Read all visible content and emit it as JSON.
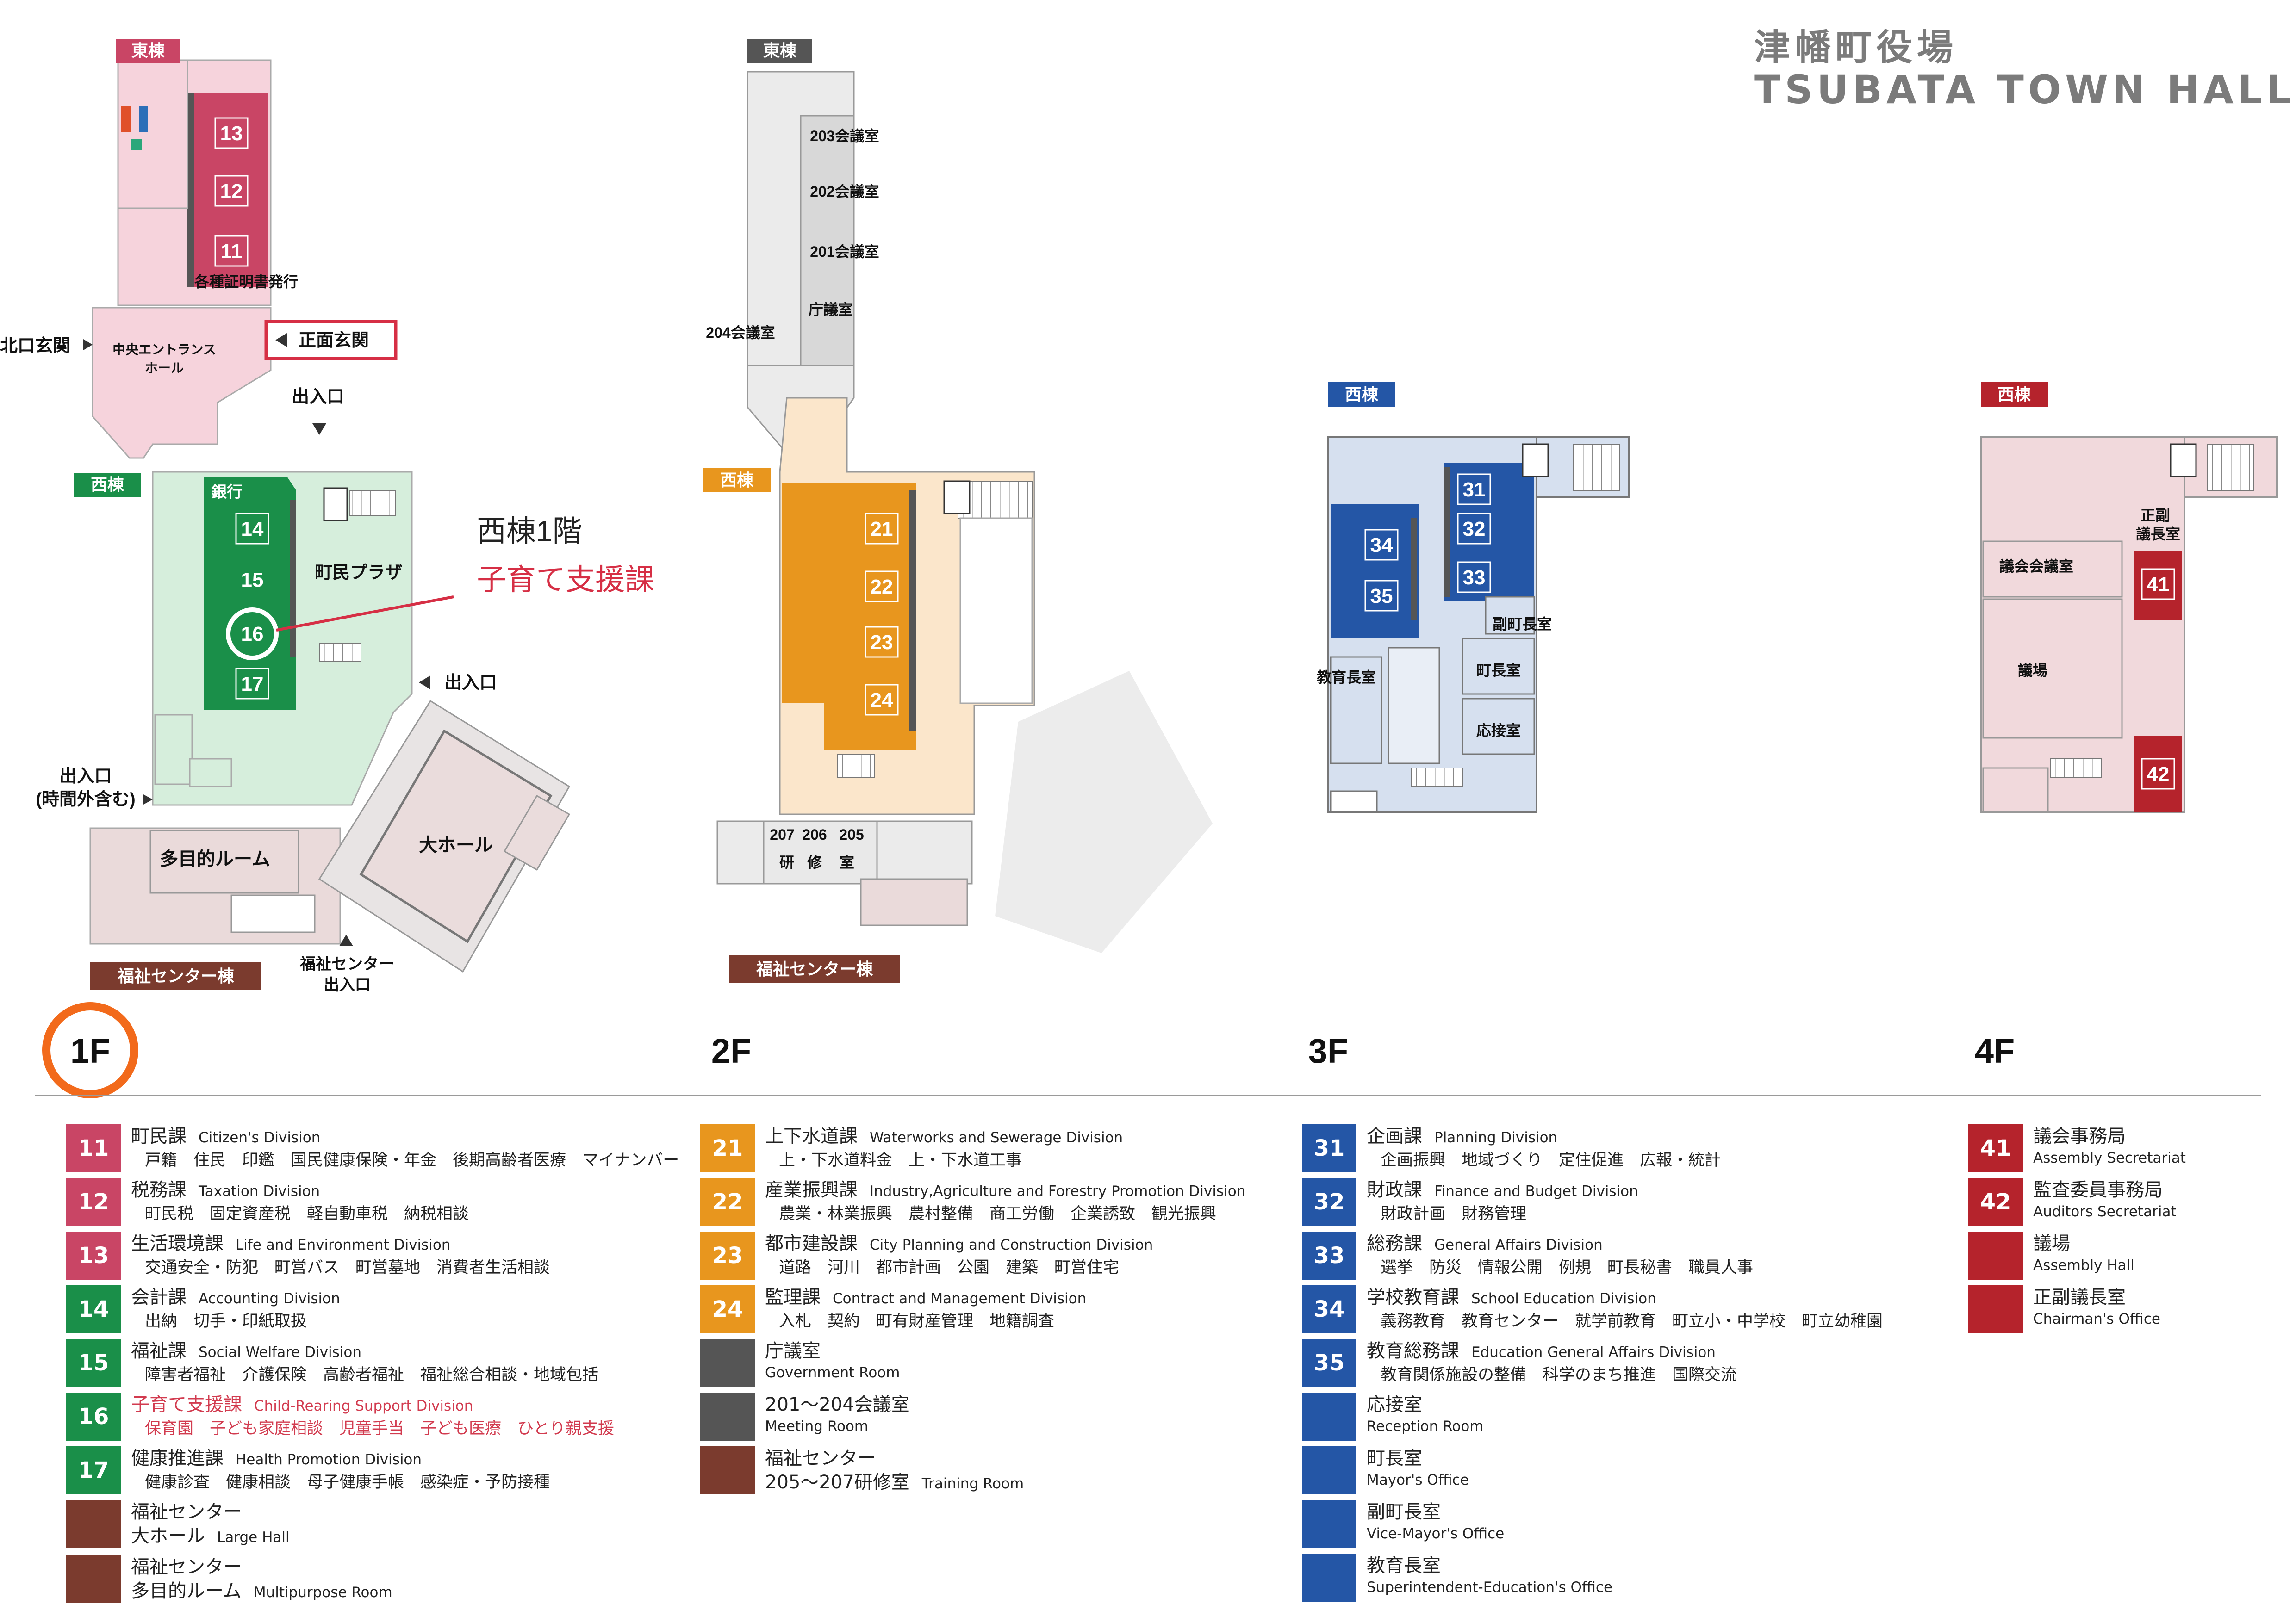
{
  "header": {
    "title_jp": "津幡町役場",
    "title_en": "TSUBATA TOWN HALL"
  },
  "colors": {
    "east_pink": "#c94565",
    "west_green": "#1a8f49",
    "orange": "#e8961e",
    "blue": "#2456a6",
    "red": "#b5232c",
    "gray": "#555555",
    "brown": "#7b3b2e",
    "highlight": "#d62f45",
    "current_floor": "#f26a1b"
  },
  "map": {
    "buildings": {
      "east": "東棟",
      "west": "西棟",
      "welfare": "福祉センター棟"
    },
    "callout": {
      "line1": "西棟1階",
      "line2": "子育て支援課"
    },
    "f1": {
      "rooms": {
        "r13": "13",
        "r12": "12",
        "r11": "11",
        "r14": "14",
        "r15": "15",
        "r16": "16",
        "r17": "17"
      },
      "labels": {
        "certificates": "各種証明書発行",
        "north_entrance": "北口玄関",
        "main_entrance": "正面玄関",
        "central_hall_1": "中央エントランス",
        "central_hall_2": "ホール",
        "entrance_1": "出入口",
        "bank": "銀行",
        "plaza": "町民プラザ",
        "entrance_2": "出入口",
        "entrance_3a": "出入口",
        "entrance_3b": "(時間外含む)",
        "multipurpose": "多目的ルーム",
        "large_hall": "大ホール",
        "welfare_entrance_1": "福祉センター",
        "welfare_entrance_2": "出入口"
      }
    },
    "f2": {
      "rooms": {
        "r21": "21",
        "r22": "22",
        "r23": "23",
        "r24": "24"
      },
      "labels": {
        "m203": "203会議室",
        "m202": "202会議室",
        "m201": "201会議室",
        "m204": "204会議室",
        "gov": "庁議室",
        "t207a": "207",
        "t207b": "研",
        "t206a": "206",
        "t206b": "修",
        "t205a": "205",
        "t205b": "室"
      }
    },
    "f3": {
      "rooms": {
        "r31": "31",
        "r32": "32",
        "r33": "33",
        "r34": "34",
        "r35": "35"
      },
      "labels": {
        "vice_mayor": "副町長室",
        "education": "教育長室",
        "mayor": "町長室",
        "reception": "応接室"
      }
    },
    "f4": {
      "rooms": {
        "r41": "41",
        "r42": "42"
      },
      "labels": {
        "chairman_1": "正副",
        "chairman_2": "議長室",
        "council_room": "議会会議室",
        "assembly": "議場"
      }
    },
    "floors": [
      "1F",
      "2F",
      "3F",
      "4F"
    ]
  },
  "legend": {
    "col1": [
      {
        "num": "11",
        "color": "#c94565",
        "jp": "町民課",
        "en": "Citizen's Division",
        "detail": "戸籍　住民　印鑑　国民健康保険・年金　後期高齢者医療　マイナンバー"
      },
      {
        "num": "12",
        "color": "#c94565",
        "jp": "税務課",
        "en": "Taxation Division",
        "detail": "町民税　固定資産税　軽自動車税　納税相談"
      },
      {
        "num": "13",
        "color": "#c94565",
        "jp": "生活環境課",
        "en": "Life and Environment Division",
        "detail": "交通安全・防犯　町営バス　町営墓地　消費者生活相談"
      },
      {
        "num": "14",
        "color": "#1a8f49",
        "jp": "会計課",
        "en": "Accounting Division",
        "detail": "出納　切手・印紙取扱"
      },
      {
        "num": "15",
        "color": "#1a8f49",
        "jp": "福祉課",
        "en": "Social Welfare Division",
        "detail": "障害者福祉　介護保険　高齢者福祉　福祉総合相談・地域包括"
      },
      {
        "num": "16",
        "color": "#1a8f49",
        "jp": "子育て支援課",
        "en": "Child-Rearing Support Division",
        "detail": "保育園　子ども家庭相談　児童手当　子ども医療　ひとり親支援",
        "highlight": true
      },
      {
        "num": "17",
        "color": "#1a8f49",
        "jp": "健康推進課",
        "en": "Health Promotion Division",
        "detail": "健康診査　健康相談　母子健康手帳　感染症・予防接種"
      },
      {
        "num": "",
        "color": "#7b3b2e",
        "jp": "福祉センター",
        "jp2": "大ホール",
        "en": "Large Hall"
      },
      {
        "num": "",
        "color": "#7b3b2e",
        "jp": "福祉センター",
        "jp2": "多目的ルーム",
        "en": "Multipurpose Room"
      }
    ],
    "col2": [
      {
        "num": "21",
        "color": "#e8961e",
        "jp": "上下水道課",
        "en": "Waterworks and Sewerage Division",
        "detail": "上・下水道料金　上・下水道工事"
      },
      {
        "num": "22",
        "color": "#e8961e",
        "jp": "産業振興課",
        "en": "Industry,Agriculture and Forestry Promotion Division",
        "detail": "農業・林業振興　農村整備　商工労働　企業誘致　観光振興"
      },
      {
        "num": "23",
        "color": "#e8961e",
        "jp": "都市建設課",
        "en": "City Planning and Construction Division",
        "detail": "道路　河川　都市計画　公園　建築　町営住宅"
      },
      {
        "num": "24",
        "color": "#e8961e",
        "jp": "監理課",
        "en": "Contract and Management Division",
        "detail": "入札　契約　町有財産管理　地籍調査"
      },
      {
        "num": "",
        "color": "#555555",
        "jp": "庁議室",
        "sub": "Government Room"
      },
      {
        "num": "",
        "color": "#555555",
        "jp": "201～204会議室",
        "sub": "Meeting Room"
      },
      {
        "num": "",
        "color": "#7b3b2e",
        "jp": "福祉センター",
        "jp2": "205～207研修室",
        "en": "Training Room"
      }
    ],
    "col3": [
      {
        "num": "31",
        "color": "#2456a6",
        "jp": "企画課",
        "en": "Planning Division",
        "detail": "企画振興　地域づくり　定住促進　広報・統計"
      },
      {
        "num": "32",
        "color": "#2456a6",
        "jp": "財政課",
        "en": "Finance and Budget Division",
        "detail": "財政計画　財務管理"
      },
      {
        "num": "33",
        "color": "#2456a6",
        "jp": "総務課",
        "en": "General Affairs Division",
        "detail": "選挙　防災　情報公開　例規　町長秘書　職員人事"
      },
      {
        "num": "34",
        "color": "#2456a6",
        "jp": "学校教育課",
        "en": "School Education Division",
        "detail": "義務教育　教育センター　就学前教育　町立小・中学校　町立幼稚園"
      },
      {
        "num": "35",
        "color": "#2456a6",
        "jp": "教育総務課",
        "en": "Education General Affairs Division",
        "detail": "教育関係施設の整備　科学のまち推進　国際交流"
      },
      {
        "num": "",
        "color": "#2456a6",
        "jp": "応接室",
        "sub": "Reception Room"
      },
      {
        "num": "",
        "color": "#2456a6",
        "jp": "町長室",
        "sub": "Mayor's Office"
      },
      {
        "num": "",
        "color": "#2456a6",
        "jp": "副町長室",
        "sub": "Vice-Mayor's Office"
      },
      {
        "num": "",
        "color": "#2456a6",
        "jp": "教育長室",
        "sub": "Superintendent-Education's Office"
      }
    ],
    "col4": [
      {
        "num": "41",
        "color": "#b5232c",
        "jp": "議会事務局",
        "sub": "Assembly Secretariat"
      },
      {
        "num": "42",
        "color": "#b5232c",
        "jp": "監査委員事務局",
        "sub": "Auditors Secretariat"
      },
      {
        "num": "",
        "color": "#b5232c",
        "jp": "議場",
        "sub": "Assembly Hall"
      },
      {
        "num": "",
        "color": "#b5232c",
        "jp": "正副議長室",
        "sub": "Chairman's Office"
      }
    ]
  }
}
